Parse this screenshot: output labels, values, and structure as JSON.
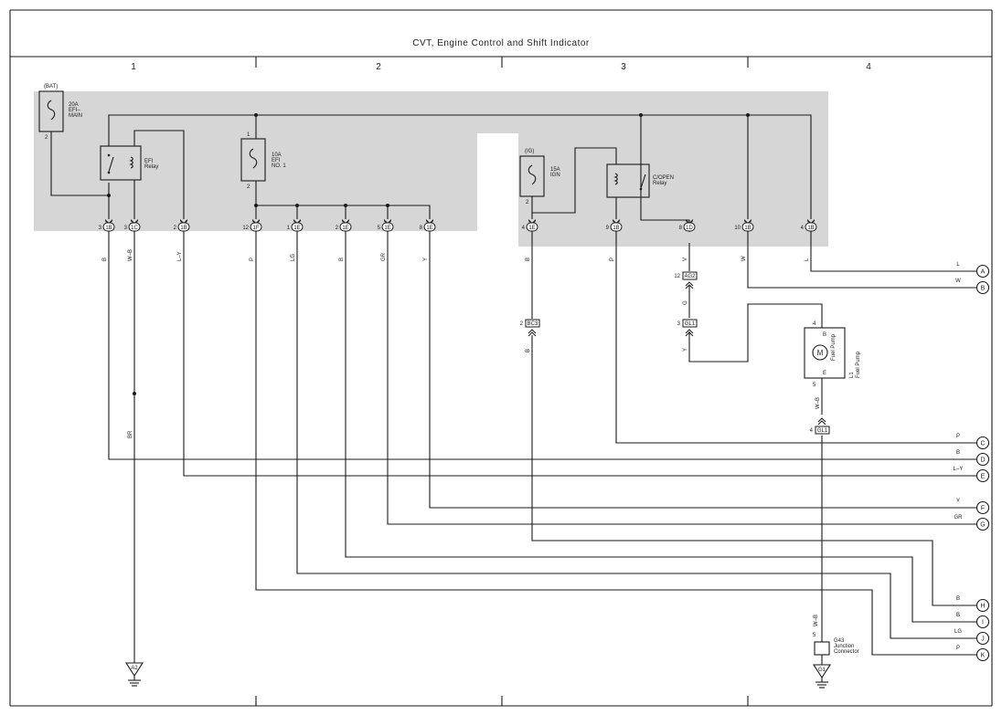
{
  "title": "CVT, Engine Control and Shift Indicator",
  "columns": [
    "1",
    "2",
    "3",
    "4"
  ],
  "supply_labels": {
    "bat": "(BAT)",
    "ig": "(IG)"
  },
  "fuses": [
    {
      "id": "efi_main",
      "lines": [
        "20A",
        "EFI–",
        "MAIN"
      ],
      "pin": "2"
    },
    {
      "id": "efi_no1",
      "lines": [
        "10A",
        "EFI",
        "NO. 1"
      ],
      "pins": [
        "1",
        "2"
      ]
    },
    {
      "id": "ign",
      "lines": [
        "15A",
        "IGN"
      ],
      "pin": "2"
    }
  ],
  "relays": [
    {
      "id": "efi_relay",
      "lines": [
        "EFI",
        "Relay"
      ]
    },
    {
      "id": "c_open_relay",
      "lines": [
        "C/OPEN",
        "Relay"
      ]
    }
  ],
  "jb_connectors": [
    {
      "pin": "3",
      "code": "1B",
      "wire": "B"
    },
    {
      "pin": "3",
      "code": "1C",
      "wire": "W–B"
    },
    {
      "pin": "2",
      "code": "1B",
      "wire": "L–Y"
    },
    {
      "pin": "12",
      "code": "1F",
      "wire": "P"
    },
    {
      "pin": "1",
      "code": "1E",
      "wire": "LG"
    },
    {
      "pin": "2",
      "code": "1E",
      "wire": "B"
    },
    {
      "pin": "5",
      "code": "1E",
      "wire": "GR"
    },
    {
      "pin": "8",
      "code": "1E",
      "wire": "Y"
    },
    {
      "pin": "4",
      "code": "1E",
      "wire": "B"
    },
    {
      "pin": "9",
      "code": "1B",
      "wire": "P"
    },
    {
      "pin": "8",
      "code": "1D",
      "wire": "V"
    },
    {
      "pin": "10",
      "code": "1B",
      "wire": "W"
    },
    {
      "pin": "4",
      "code": "1B",
      "wire": "L"
    }
  ],
  "inline_connectors": [
    {
      "pin": "2",
      "code": "BC3",
      "wire_below": "B"
    },
    {
      "pin": "12",
      "code": "AG2",
      "wire_below": "G"
    },
    {
      "pin": "3",
      "code": "GL1",
      "wire_below": "Y"
    },
    {
      "pin": "4",
      "code": "GL1",
      "wire_above": "W–B"
    }
  ],
  "fuel_pump": {
    "id": "L1",
    "label": "Fuel Pump",
    "side_label": "Fuel Pump",
    "motor": "M",
    "pin_top": "4",
    "term_top": "B",
    "pin_bottom": "5",
    "term_bottom": "E"
  },
  "junction_connector": {
    "id": "G43",
    "lines": [
      "Junction",
      "Connector"
    ],
    "pin": "5",
    "wire_above": "W–B"
  },
  "grounds": [
    "A2",
    "G1"
  ],
  "br_wire_label": "BR",
  "terminals": [
    {
      "letter": "A",
      "wire": "L"
    },
    {
      "letter": "B",
      "wire": "W"
    },
    {
      "letter": "C",
      "wire": "P"
    },
    {
      "letter": "D",
      "wire": "B"
    },
    {
      "letter": "E",
      "wire": "L–Y"
    },
    {
      "letter": "F",
      "wire": "Y"
    },
    {
      "letter": "G",
      "wire": "GR"
    },
    {
      "letter": "H",
      "wire": "B"
    },
    {
      "letter": "I",
      "wire": "B"
    },
    {
      "letter": "J",
      "wire": "LG"
    },
    {
      "letter": "K",
      "wire": "P"
    }
  ]
}
